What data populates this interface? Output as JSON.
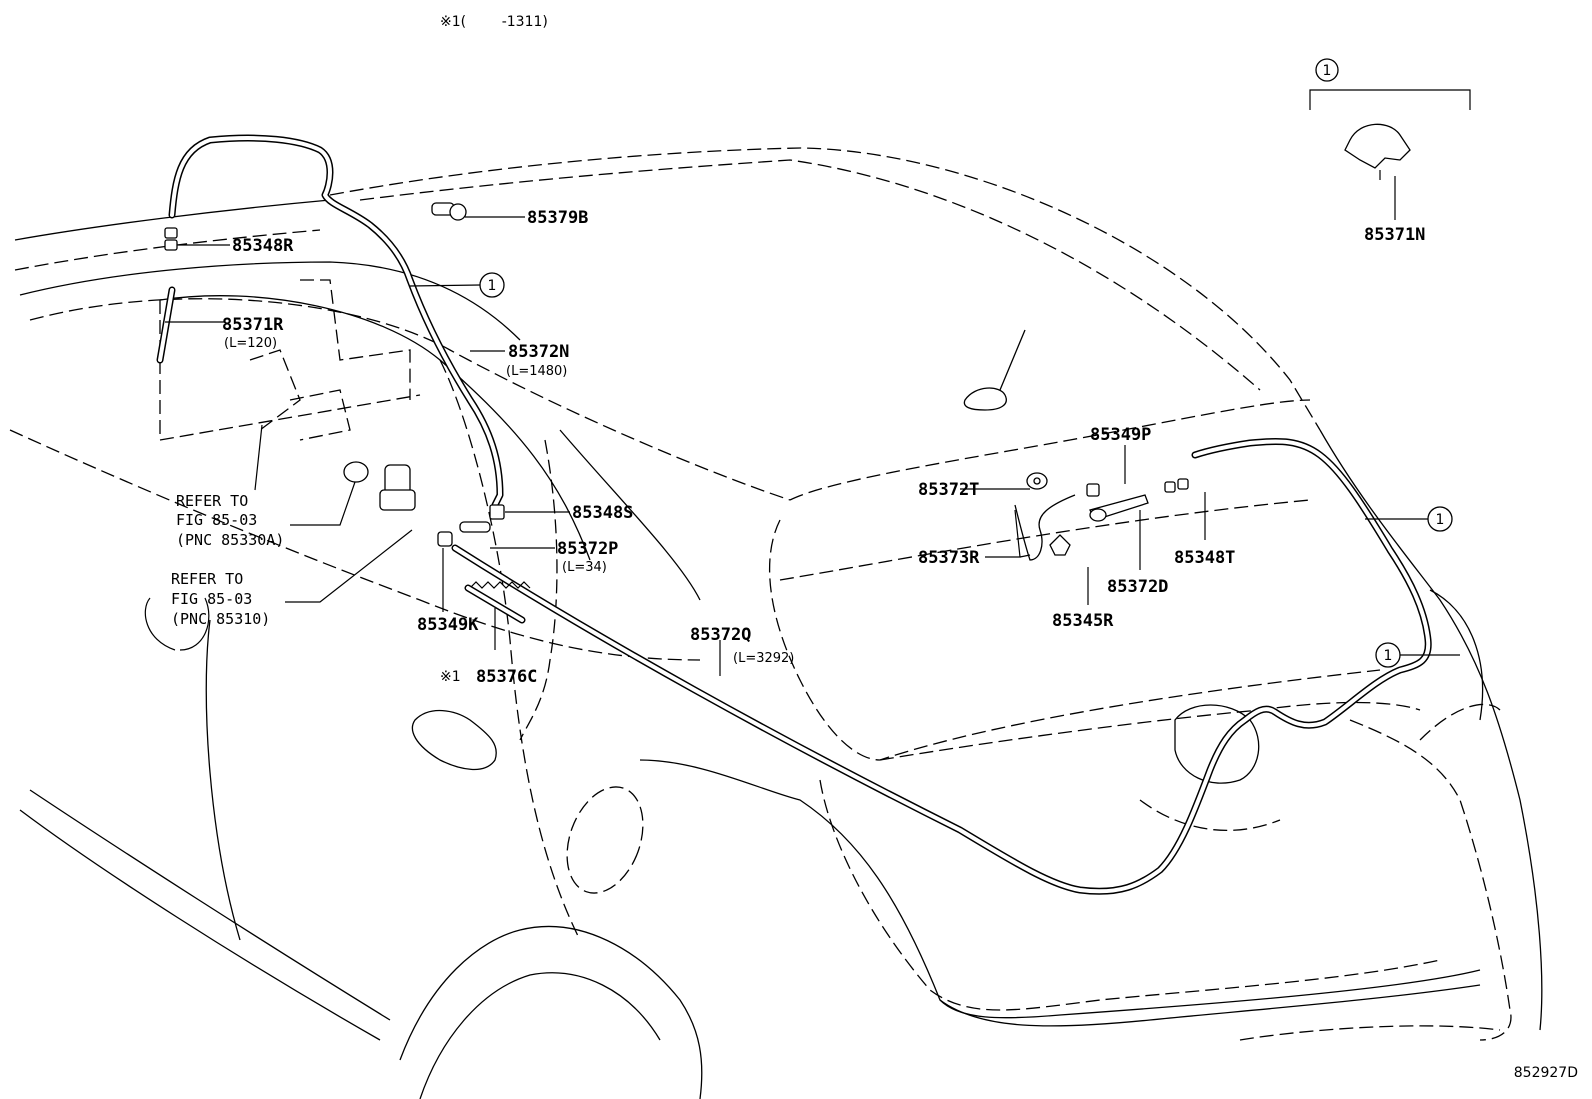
{
  "header_note": "※1(        -1311)",
  "footnote_mark": "※1",
  "circled_marker": "1",
  "drawing_id": "852927D",
  "parts": {
    "p85379B": "85379B",
    "p85348R": "85348R",
    "p85371R": "85371R",
    "p85371R_len": "(L=120)",
    "p85372N": "85372N",
    "p85372N_len": "(L=1480)",
    "p85348S": "85348S",
    "p85372P": "85372P",
    "p85372P_len": "(L=34)",
    "p85349K": "85349K",
    "p85376C": "85376C",
    "p85372Q": "85372Q",
    "p85372Q_len": "(L=3292)",
    "p85371N": "85371N",
    "p85349P": "85349P",
    "p85372T": "85372T",
    "p85373R": "85373R",
    "p85372D": "85372D",
    "p85348T": "85348T",
    "p85345R": "85345R"
  },
  "references": {
    "ref1_line1": "REFER TO",
    "ref1_line2": "FIG 85-03",
    "ref1_line3": "(PNC 85330A)",
    "ref2_line1": "REFER TO",
    "ref2_line2": "FIG 85-03",
    "ref2_line3": "(PNC 85310)"
  }
}
